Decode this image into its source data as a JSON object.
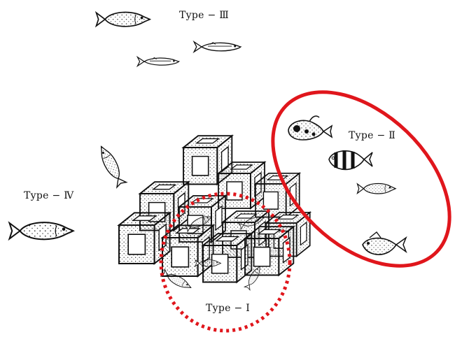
{
  "labels": {
    "type_1": "Type − Ⅰ",
    "type_2": "Type − Ⅱ",
    "type_3": "Type − Ⅲ",
    "type_4": "Type − Ⅳ"
  },
  "colors": {
    "ink": "#111111",
    "highlight": "#e0161c"
  },
  "icons": [
    "fish-icon",
    "reef-block-icon"
  ]
}
